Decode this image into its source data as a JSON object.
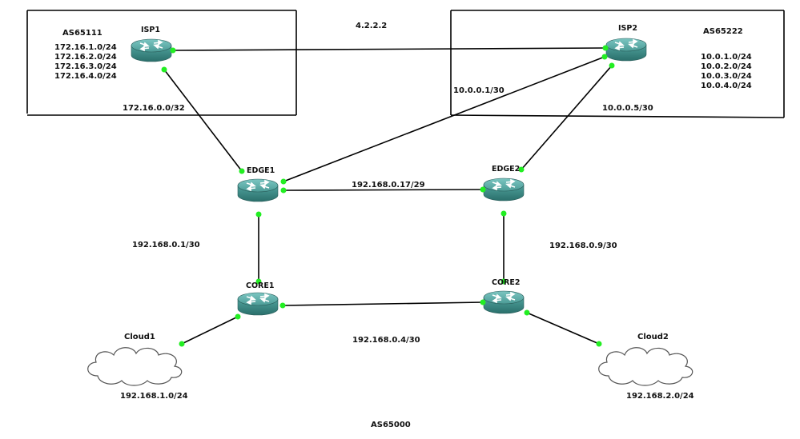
{
  "isp1": {
    "name": "ISP1",
    "as": "AS65111",
    "networks": [
      "172.16.1.0/24",
      "172.16.2.0/24",
      "172.16.3.0/24",
      "172.16.4.0/24"
    ],
    "link_net": "172.16.0.0/32"
  },
  "isp2": {
    "name": "ISP2",
    "as": "AS65222",
    "networks": [
      "10.0.1.0/24",
      "10.0.2.0/24",
      "10.0.3.0/24",
      "10.0.4.0/24"
    ],
    "link_net": "10.0.0.5/30"
  },
  "internet_ip": "4.2.2.2",
  "edge1": {
    "name": "EDGE1"
  },
  "edge2": {
    "name": "EDGE2"
  },
  "core1": {
    "name": "CORE1"
  },
  "core2": {
    "name": "CORE2"
  },
  "cloud1": {
    "name": "Cloud1",
    "network": "192.168.1.0/24"
  },
  "cloud2": {
    "name": "Cloud2",
    "network": "192.168.2.0/24"
  },
  "links": {
    "edge1_isp2": "10.0.0.1/30",
    "edge1_edge2": "192.168.0.17/29",
    "edge1_core1": "192.168.0.1/30",
    "edge2_core2": "192.168.0.9/30",
    "core1_core2": "192.168.0.4/30"
  },
  "enterprise_as": "AS65000",
  "colors": {
    "router_body": "#3d8f8a",
    "router_top": "#5fb1ad",
    "port": "#22ee22",
    "link": "#000000"
  }
}
